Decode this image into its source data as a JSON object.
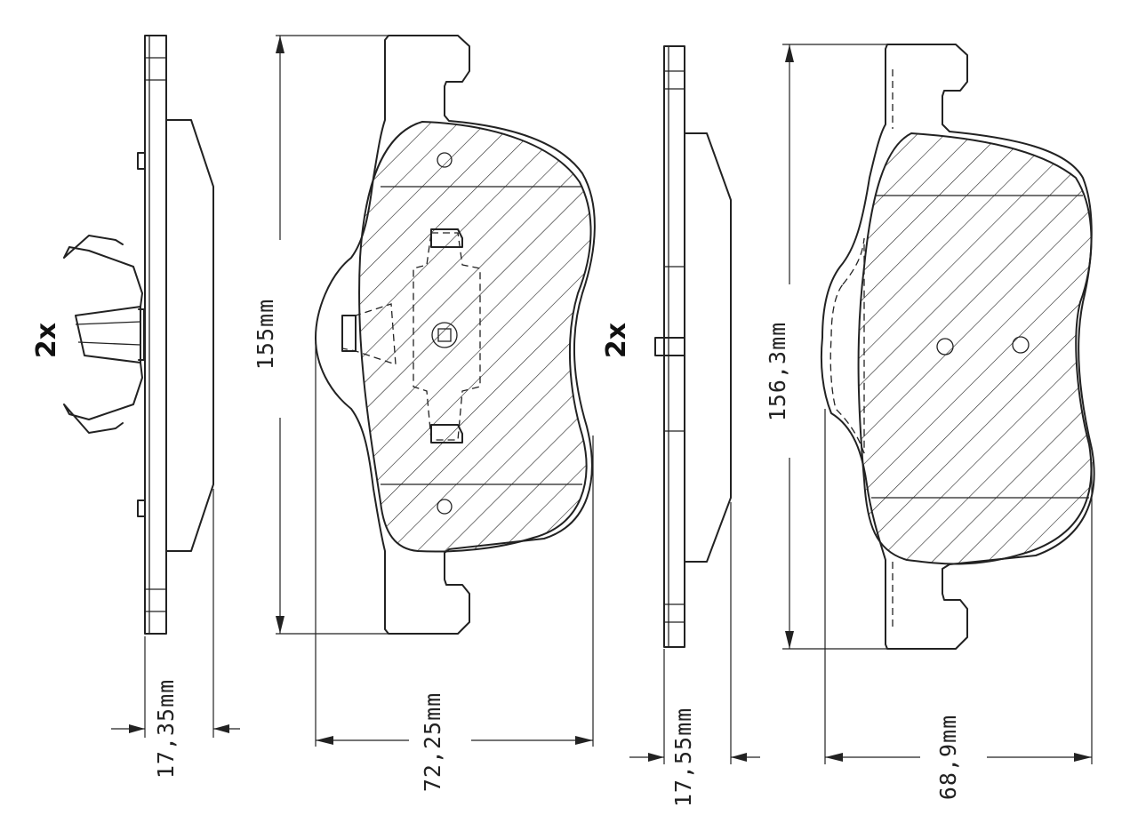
{
  "left_set": {
    "quantity": "2x",
    "thickness": "17,35mm",
    "height": "155mm",
    "width": "72,25mm"
  },
  "right_set": {
    "quantity": "2x",
    "thickness": "17,55mm",
    "height": "156,3mm",
    "width": "68,9mm"
  }
}
